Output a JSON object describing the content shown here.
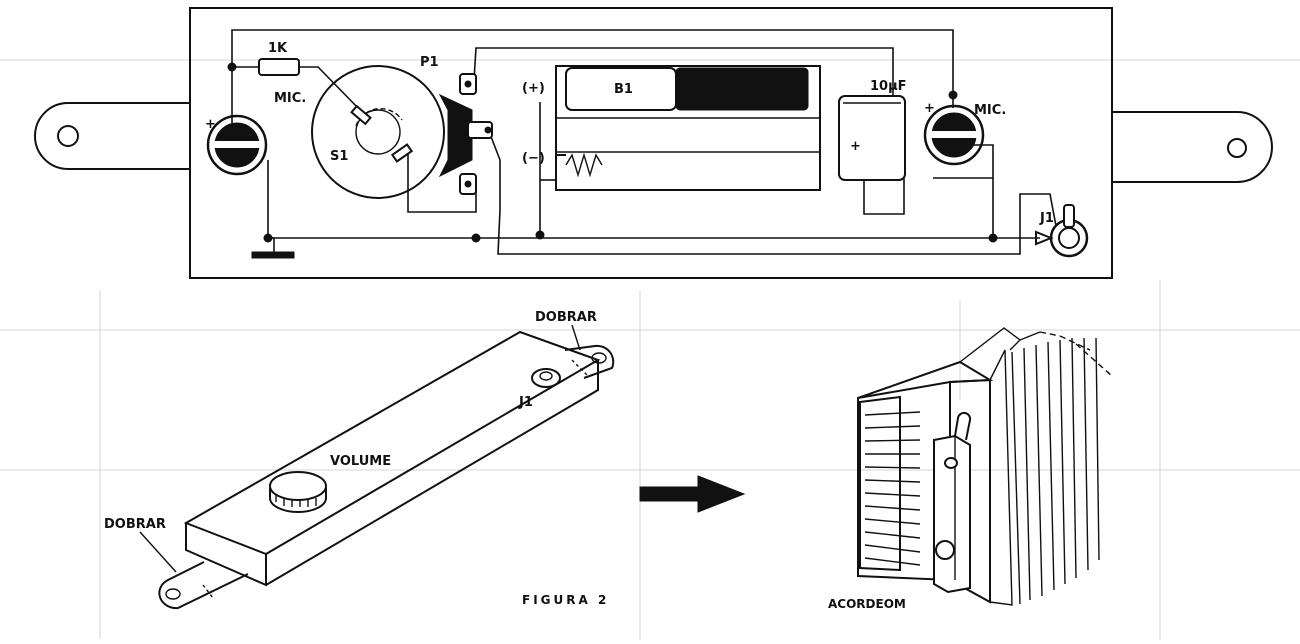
{
  "labels": {
    "resistor": "1K",
    "pot": "P1",
    "switch": "S1",
    "battery": "B1",
    "battery_plus": "(+)",
    "battery_minus": "(−)",
    "capacitor": "10µF",
    "mic_left": "MIC.",
    "mic_right": "MIC.",
    "plus_left": "+",
    "plus_right": "+",
    "cap_plus": "+",
    "jack_top": "J1",
    "dobrar_top": "DOBRAR",
    "jack_box": "J1",
    "volume": "VOLUME",
    "dobrar_bottom": "DOBRAR",
    "caption": "FIGURA 2",
    "accordion": "ACORDEOM"
  }
}
